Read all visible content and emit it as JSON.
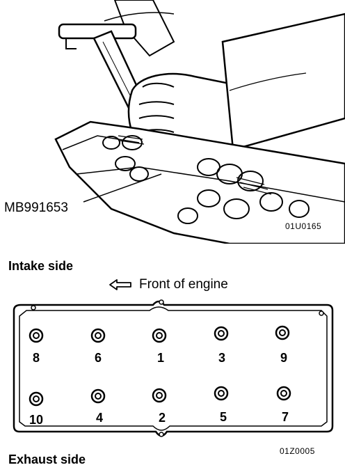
{
  "tool": {
    "label": "MB991653"
  },
  "figure_codes": {
    "top": "01U0165",
    "bottom": "01Z0005"
  },
  "sides": {
    "intake": "Intake side",
    "exhaust": "Exhaust side"
  },
  "front": {
    "label": "Front of engine",
    "arrow_icon": "left-arrow-icon"
  },
  "bolts": {
    "top_row": [
      "8",
      "6",
      "1",
      "3",
      "9"
    ],
    "bottom_row": [
      "10",
      "4",
      "2",
      "5",
      "7"
    ]
  },
  "colors": {
    "line": "#000000",
    "background": "#ffffff"
  }
}
